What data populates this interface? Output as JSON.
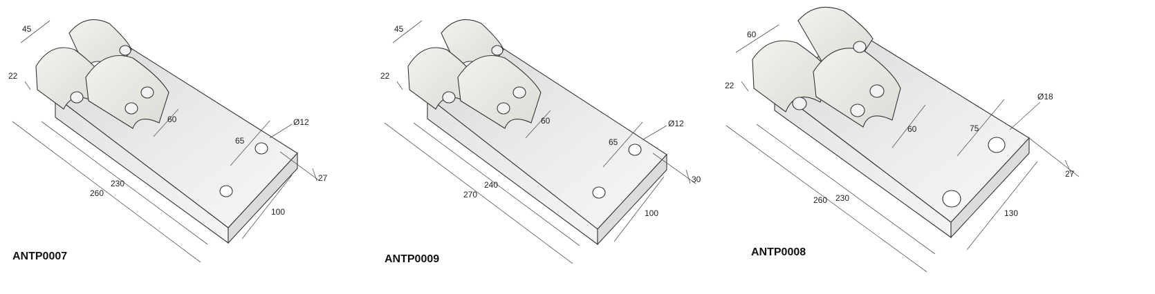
{
  "drawings": [
    {
      "code": "ANTP0007",
      "dims": {
        "pad_width": "45",
        "pad_offset": "22",
        "length_outer": "260",
        "length_inner": "230",
        "hole_spacing_long": "60",
        "hole_spacing_short": "65",
        "hole_diameter": "Ø12",
        "thickness": "27",
        "width": "100"
      }
    },
    {
      "code": "ANTP0009",
      "dims": {
        "pad_width": "45",
        "pad_offset": "22",
        "length_outer": "270",
        "length_inner": "240",
        "hole_spacing_long": "60",
        "hole_spacing_short": "65",
        "hole_diameter": "Ø12",
        "thickness": "30",
        "width": "100"
      }
    },
    {
      "code": "ANTP0008",
      "dims": {
        "pad_width": "60",
        "pad_offset": "22",
        "length_outer": "260",
        "length_inner": "230",
        "hole_spacing_long": "60",
        "hole_spacing_short": "75",
        "hole_diameter": "Ø18",
        "thickness": "27",
        "width": "130"
      }
    }
  ]
}
